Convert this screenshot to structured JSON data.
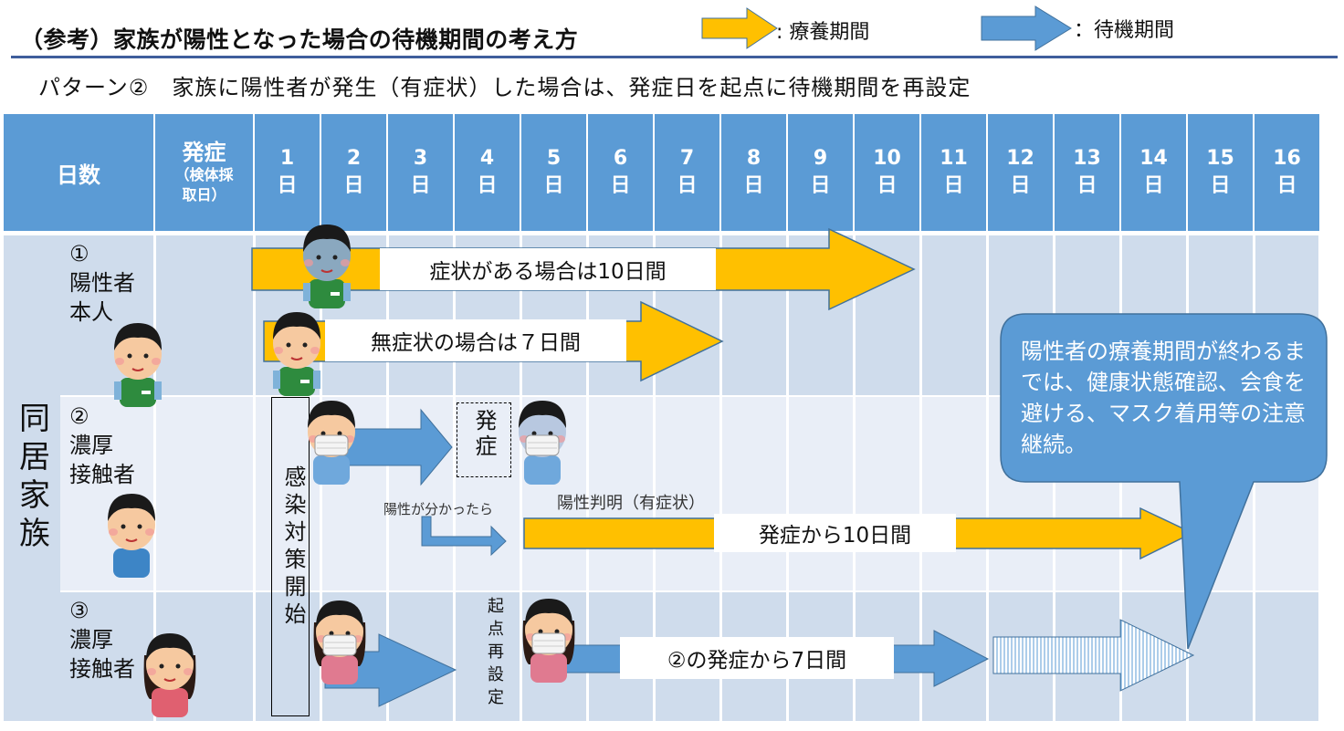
{
  "title": "（参考）家族が陽性となった場合の待機期間の考え方",
  "subtitle": "パターン②　家族に陽性者が発生（有症状）した場合は、発症日を起点に待機期間を再設定",
  "legend": {
    "items": [
      {
        "label": ": 療養期間",
        "color": "#ffc000",
        "meaning": "treatment-period"
      },
      {
        "label": "：待機期間",
        "color": "#5b9bd5",
        "meaning": "waiting-period"
      }
    ]
  },
  "colors": {
    "header_bg": "#5b9bd5",
    "row_dark": "#cfdcec",
    "row_light": "#e9eef7",
    "yellow_arrow": "#ffc000",
    "blue_arrow": "#5b9bd5",
    "title_rule": "#3f5e9c"
  },
  "table": {
    "header": {
      "days_label": "日数",
      "onset_label": "発症",
      "onset_sub1": "（検体採",
      "onset_sub2": "取日）",
      "days": [
        {
          "num": "1",
          "unit": "日"
        },
        {
          "num": "2",
          "unit": "日"
        },
        {
          "num": "3",
          "unit": "日"
        },
        {
          "num": "4",
          "unit": "日"
        },
        {
          "num": "5",
          "unit": "日"
        },
        {
          "num": "6",
          "unit": "日"
        },
        {
          "num": "7",
          "unit": "日"
        },
        {
          "num": "8",
          "unit": "日"
        },
        {
          "num": "9",
          "unit": "日"
        },
        {
          "num": "10",
          "unit": "日"
        },
        {
          "num": "11",
          "unit": "日"
        },
        {
          "num": "12",
          "unit": "日"
        },
        {
          "num": "13",
          "unit": "日"
        },
        {
          "num": "14",
          "unit": "日"
        },
        {
          "num": "15",
          "unit": "日"
        },
        {
          "num": "16",
          "unit": "日"
        }
      ]
    },
    "group_label": "同居家族",
    "rows": [
      {
        "mark": "①",
        "line1": "陽性者",
        "line2": "本人"
      },
      {
        "mark": "②",
        "line1": "濃厚",
        "line2": "接触者"
      },
      {
        "mark": "③",
        "line1": "濃厚",
        "line2": "接触者"
      }
    ]
  },
  "row1": {
    "symptomatic_label": "症状がある場合は10日間",
    "symptomatic_days": 10,
    "asymptomatic_label": "無症状の場合は７日間",
    "asymptomatic_days": 7
  },
  "row2": {
    "onset_box_label": "発症",
    "when_positive_label": "陽性が分かったら",
    "positive_label": "陽性判明（有症状）",
    "bar_label": "発症から10日間"
  },
  "infection_control_label": "感染対策開始",
  "row3": {
    "reset_label": "起点再設定",
    "bar_label": "②の発症から7日間"
  },
  "callout": {
    "text": "陽性者の療養期間が終わるまでは、健康状態確認、会食を避ける、マスク着用等の注意継続。"
  }
}
